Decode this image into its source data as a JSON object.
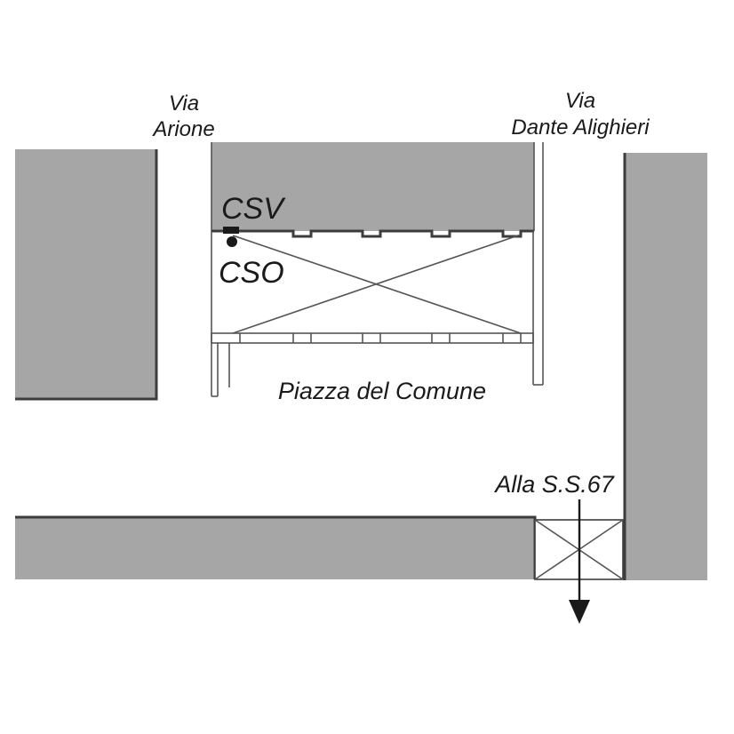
{
  "map": {
    "streets": {
      "arione": [
        "Via",
        "Arione"
      ],
      "dante": [
        "Via",
        "Dante Alighieri"
      ]
    },
    "square_label": "Piazza del Comune",
    "direction_label": "Alla S.S.67",
    "markers": {
      "csv": "CSV",
      "cso": "CSO"
    }
  }
}
